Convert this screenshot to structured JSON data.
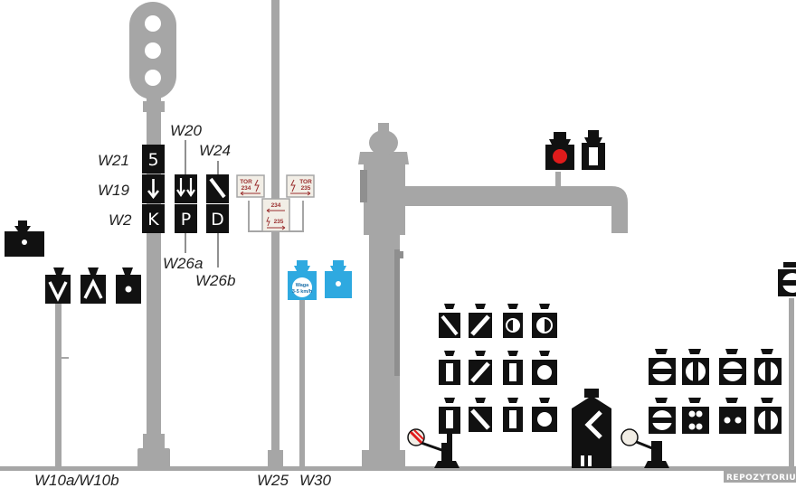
{
  "colors": {
    "structure": "#a6a6a6",
    "structure_dark": "#8f8f8f",
    "sign_black": "#111111",
    "sign_white": "#ffffff",
    "blue_sign": "#2ea9e0",
    "red_lamp": "#e01b1b",
    "label_text": "#222222",
    "plate_red": "#9a2f2f"
  },
  "labels": {
    "w21": "W21",
    "w19": "W19",
    "w2": "W2",
    "w20": "W20",
    "w24": "W24",
    "w26a": "W26a",
    "w26b": "W26b",
    "w10": "W10a/W10b",
    "w25": "W25",
    "w30": "W30"
  },
  "signs": {
    "w21_char": "5",
    "w2_char": "K",
    "w26a_char": "P",
    "w26b_char": "D"
  },
  "plates": {
    "tor_a_line1": "TOR",
    "tor_a_line2": "234",
    "tor_b_line1": "TOR",
    "tor_b_line2": "235",
    "pair_top": "234",
    "pair_bottom": "235"
  },
  "w30_sign": {
    "line1": "Waga",
    "line2": "3-5 km/h"
  },
  "watermark": "REPOZYTORIUM"
}
